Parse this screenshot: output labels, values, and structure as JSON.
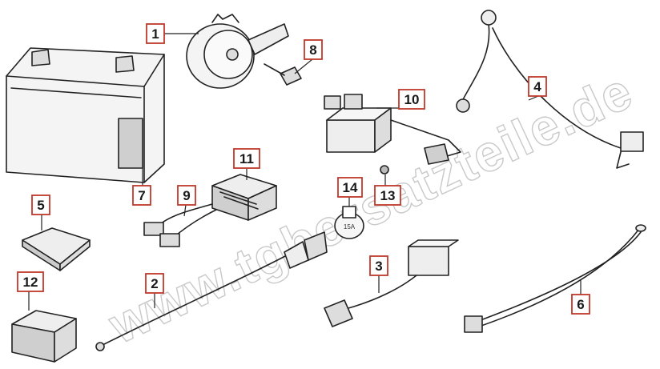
{
  "watermark": "www.tgbersatzteile.de",
  "accent_color": "#c0392b",
  "parts": [
    {
      "id": "battery",
      "icon": "battery-icon",
      "number": "7"
    },
    {
      "id": "horn",
      "icon": "horn-icon",
      "number": "1"
    },
    {
      "id": "horn-bolt",
      "icon": "bolt-icon",
      "number": "8"
    },
    {
      "id": "relay",
      "icon": "starter-relay-icon",
      "number": "10"
    },
    {
      "id": "positive-cable",
      "icon": "battery-cable-icon",
      "number": "4"
    },
    {
      "id": "pad",
      "icon": "pad-icon",
      "number": "5"
    },
    {
      "id": "regulator",
      "icon": "regulator-icon",
      "number": "11"
    },
    {
      "id": "regulator-harness",
      "icon": "wire-connector-icon",
      "number": "9"
    },
    {
      "id": "fuse",
      "icon": "fuse-icon",
      "number": "14"
    },
    {
      "id": "nut",
      "icon": "nut-icon",
      "number": "13"
    },
    {
      "id": "foam-block",
      "icon": "foam-block-icon",
      "number": "12"
    },
    {
      "id": "wire-harness-2",
      "icon": "wire-harness-icon",
      "number": "2"
    },
    {
      "id": "fuse-holder-wire",
      "icon": "fuse-holder-icon",
      "number": "3"
    },
    {
      "id": "ground-cable",
      "icon": "ground-cable-icon",
      "number": "6"
    }
  ],
  "fuse_marking": "15A"
}
